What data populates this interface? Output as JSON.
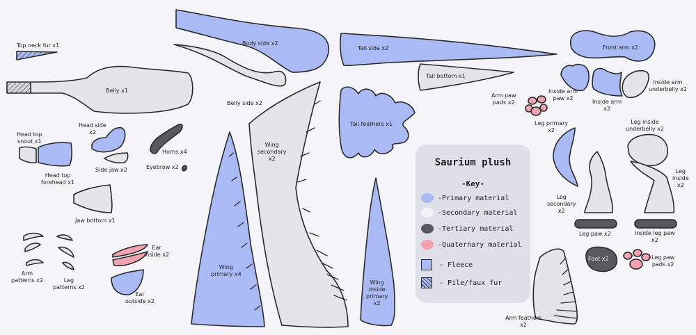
{
  "title": "Saurium plush",
  "key": {
    "heading": "Key",
    "primary": "-Primary material",
    "secondary": "-Secondary material",
    "tertiary": "-Tertiary material",
    "quaternary": "-Quaternary material",
    "fleece": "- Fleece",
    "pile": "- Pile/faux fur"
  },
  "colors": {
    "primary": "#a9baf5",
    "secondary": "#e4e5e8",
    "tertiary": "#58585d",
    "quaternary": "#f2a3b2"
  },
  "labels": {
    "top_neck_fur": "Top neck fur x1",
    "belly": "Belly x1",
    "body_side": "Body side x2",
    "belly_side": "Belly side x2",
    "tail_side": "Tail side x2",
    "tail_bottom": "Tail bottom x1",
    "tail_feathers": "Tail feathers x1",
    "front_arm": "Front arm x2",
    "inside_arm_paw": "Inside arm\npaw x2",
    "inside_arm": "Inside arm\nx2",
    "inside_arm_underbelly": "Inside arm\nunderbelly x2",
    "arm_paw_pads": "Arm paw\npads x2",
    "head_side": "Head side\nx2",
    "head_top_snout": "Head top\nsnout x1",
    "head_top_forehead": "Head top\nforehead x1",
    "side_jaw": "Side jaw x2",
    "horns": "Horns x4",
    "eyebrow": "Eyebrow x2",
    "jaw_bottom": "Jaw bottom x1",
    "wing_secondary": "Wing\nsecondary\nx2",
    "wing_primary": "Wing\nprimary x4",
    "wing_inside_primary": "Wing\ninside\nprimary\nx2",
    "arm_patterns": "Arm\npatterns x2",
    "leg_patterns": "Leg\npatterns x2",
    "ear_inside": "Ear\ninside x2",
    "ear_outside": "Ear\noutside x2",
    "leg_primary": "Leg primary\nx2",
    "leg_secondary": "Leg\nsecondary\nx2",
    "leg_inside_underbelly": "Leg inside\nunderbelly x2",
    "leg_inside": "Leg\ninside\nx2",
    "leg_paw": "Leg paw x2",
    "inside_leg_paw": "Inside leg paw\nx2",
    "foot": "Foot x2",
    "leg_paw_pads": "Leg paw\npads x2",
    "arm_feathers": "Arm feathers\nx2"
  }
}
